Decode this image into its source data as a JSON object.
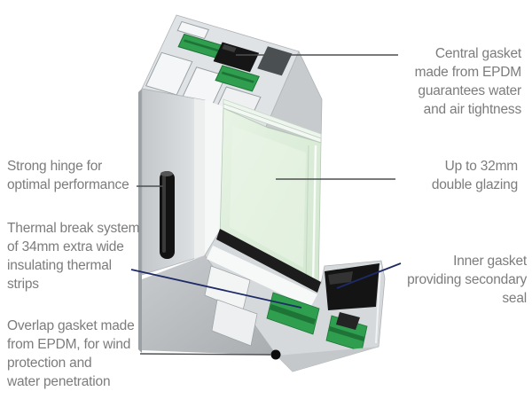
{
  "diagram": {
    "subject": "aluminium-window-profile-corner-cross-section",
    "labels": {
      "central_gasket": {
        "side": "right",
        "points_to": "central-gasket",
        "text": "Central gasket\nmade from EPDM\nguarantees water\nand air tightness"
      },
      "double_glazing": {
        "side": "right",
        "points_to": "double-glazing-glass",
        "text": "Up to 32mm\ndouble glazing"
      },
      "inner_gasket": {
        "side": "right",
        "points_to": "inner-gasket",
        "text": "Inner gasket\nproviding secondary\nseal"
      },
      "strong_hinge": {
        "side": "left",
        "points_to": "hinge",
        "text": "Strong hinge for\noptimal performance"
      },
      "thermal_break": {
        "side": "left",
        "points_to": "thermal-break-strips",
        "text": "Thermal break system\nof 34mm extra wide\ninsulating thermal\nstrips"
      },
      "overlap_gasket": {
        "side": "left",
        "points_to": "overlap-gasket",
        "text": "Overlap gasket made\nfrom EPDM, for wind\nprotection and\nwater penetration"
      }
    },
    "colors": {
      "background": "#ffffff",
      "label_text": "#7c7c7c",
      "leader_gray": "#4d4f50",
      "leader_navy": "#1e2a66",
      "aluminium_light": "#e3e6e8",
      "aluminium_mid": "#ccd0d2",
      "aluminium_dark": "#9aa0a3",
      "thermal_green": "#2f9e4e",
      "thermal_green_dark": "#1e7437",
      "gasket_black": "#161616",
      "glass_green": "#dcedd9",
      "glass_edge": "#f4f8f4"
    }
  }
}
